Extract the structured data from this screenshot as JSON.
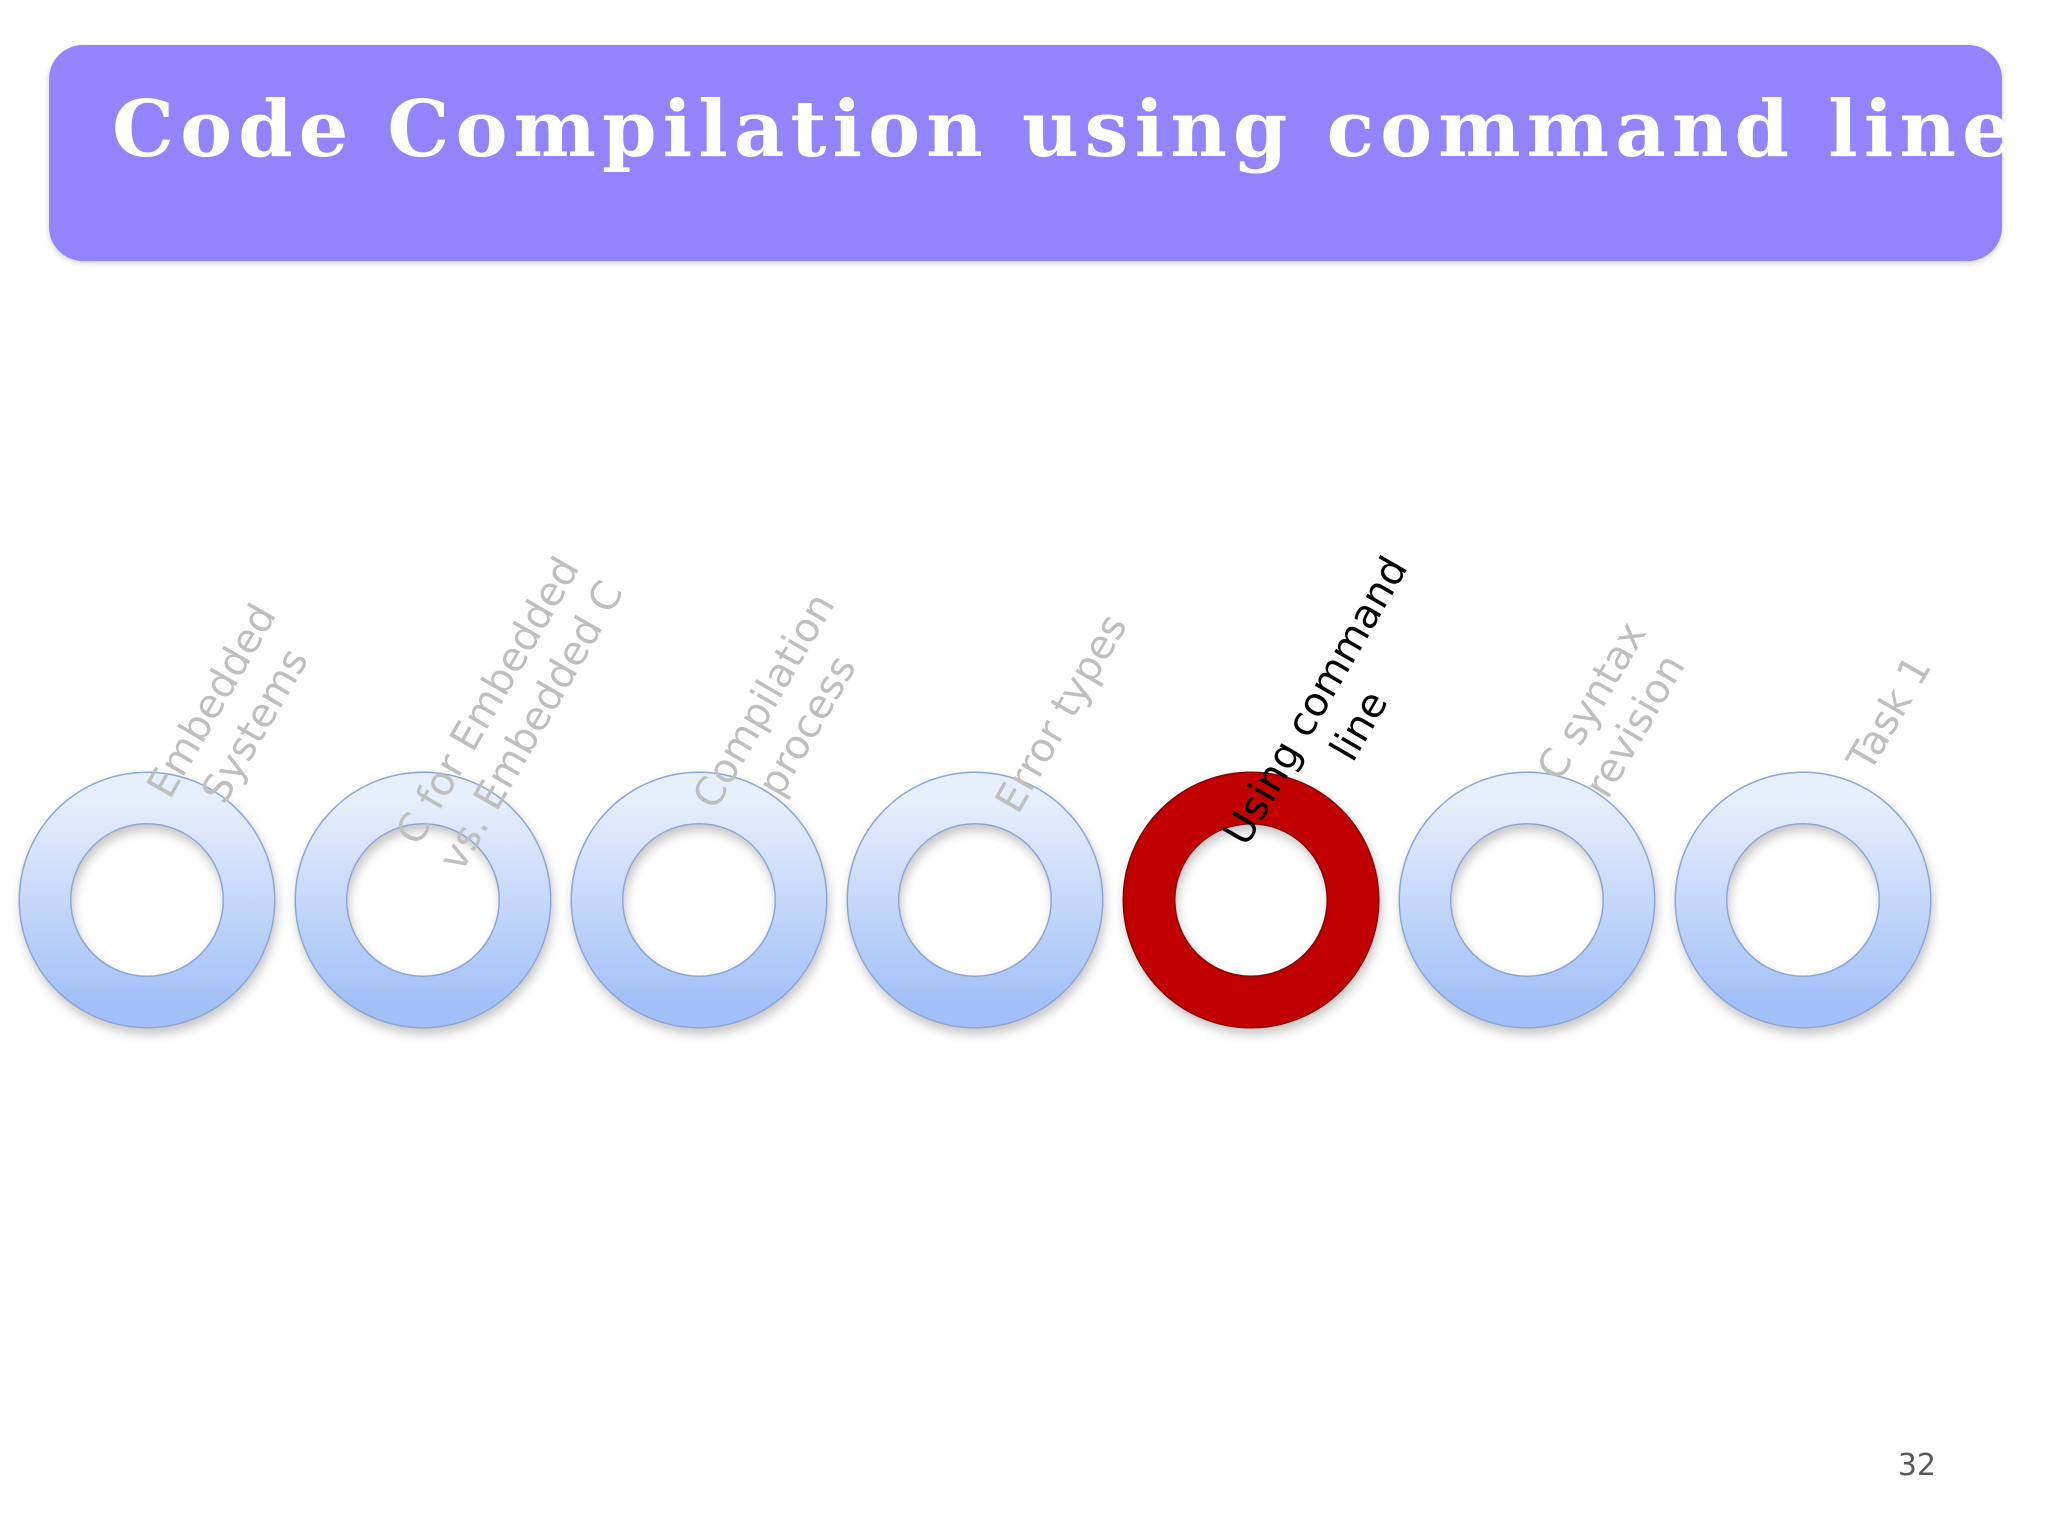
{
  "slide": {
    "title": "Code Compilation using command line",
    "page_number": "32"
  },
  "colors": {
    "title_bar": "#9383fc",
    "title_text": "#ffffff",
    "ring_light_top": "#e8effc",
    "ring_light_bottom": "#a3c1f8",
    "ring_active": "#c00000",
    "label_inactive": "#bfbfbf",
    "label_active": "#000000"
  },
  "steps": [
    {
      "lines": [
        "Embedded",
        "Systems"
      ],
      "active": false
    },
    {
      "lines": [
        "C for Embedded",
        "vs. Embedded C"
      ],
      "active": false
    },
    {
      "lines": [
        "Compilation",
        "process"
      ],
      "active": false
    },
    {
      "lines": [
        "Error types"
      ],
      "active": false
    },
    {
      "lines": [
        "Using command",
        "line"
      ],
      "active": true
    },
    {
      "lines": [
        "C  syntax",
        "revision"
      ],
      "active": false
    },
    {
      "lines": [
        "Task 1"
      ],
      "active": false
    }
  ]
}
